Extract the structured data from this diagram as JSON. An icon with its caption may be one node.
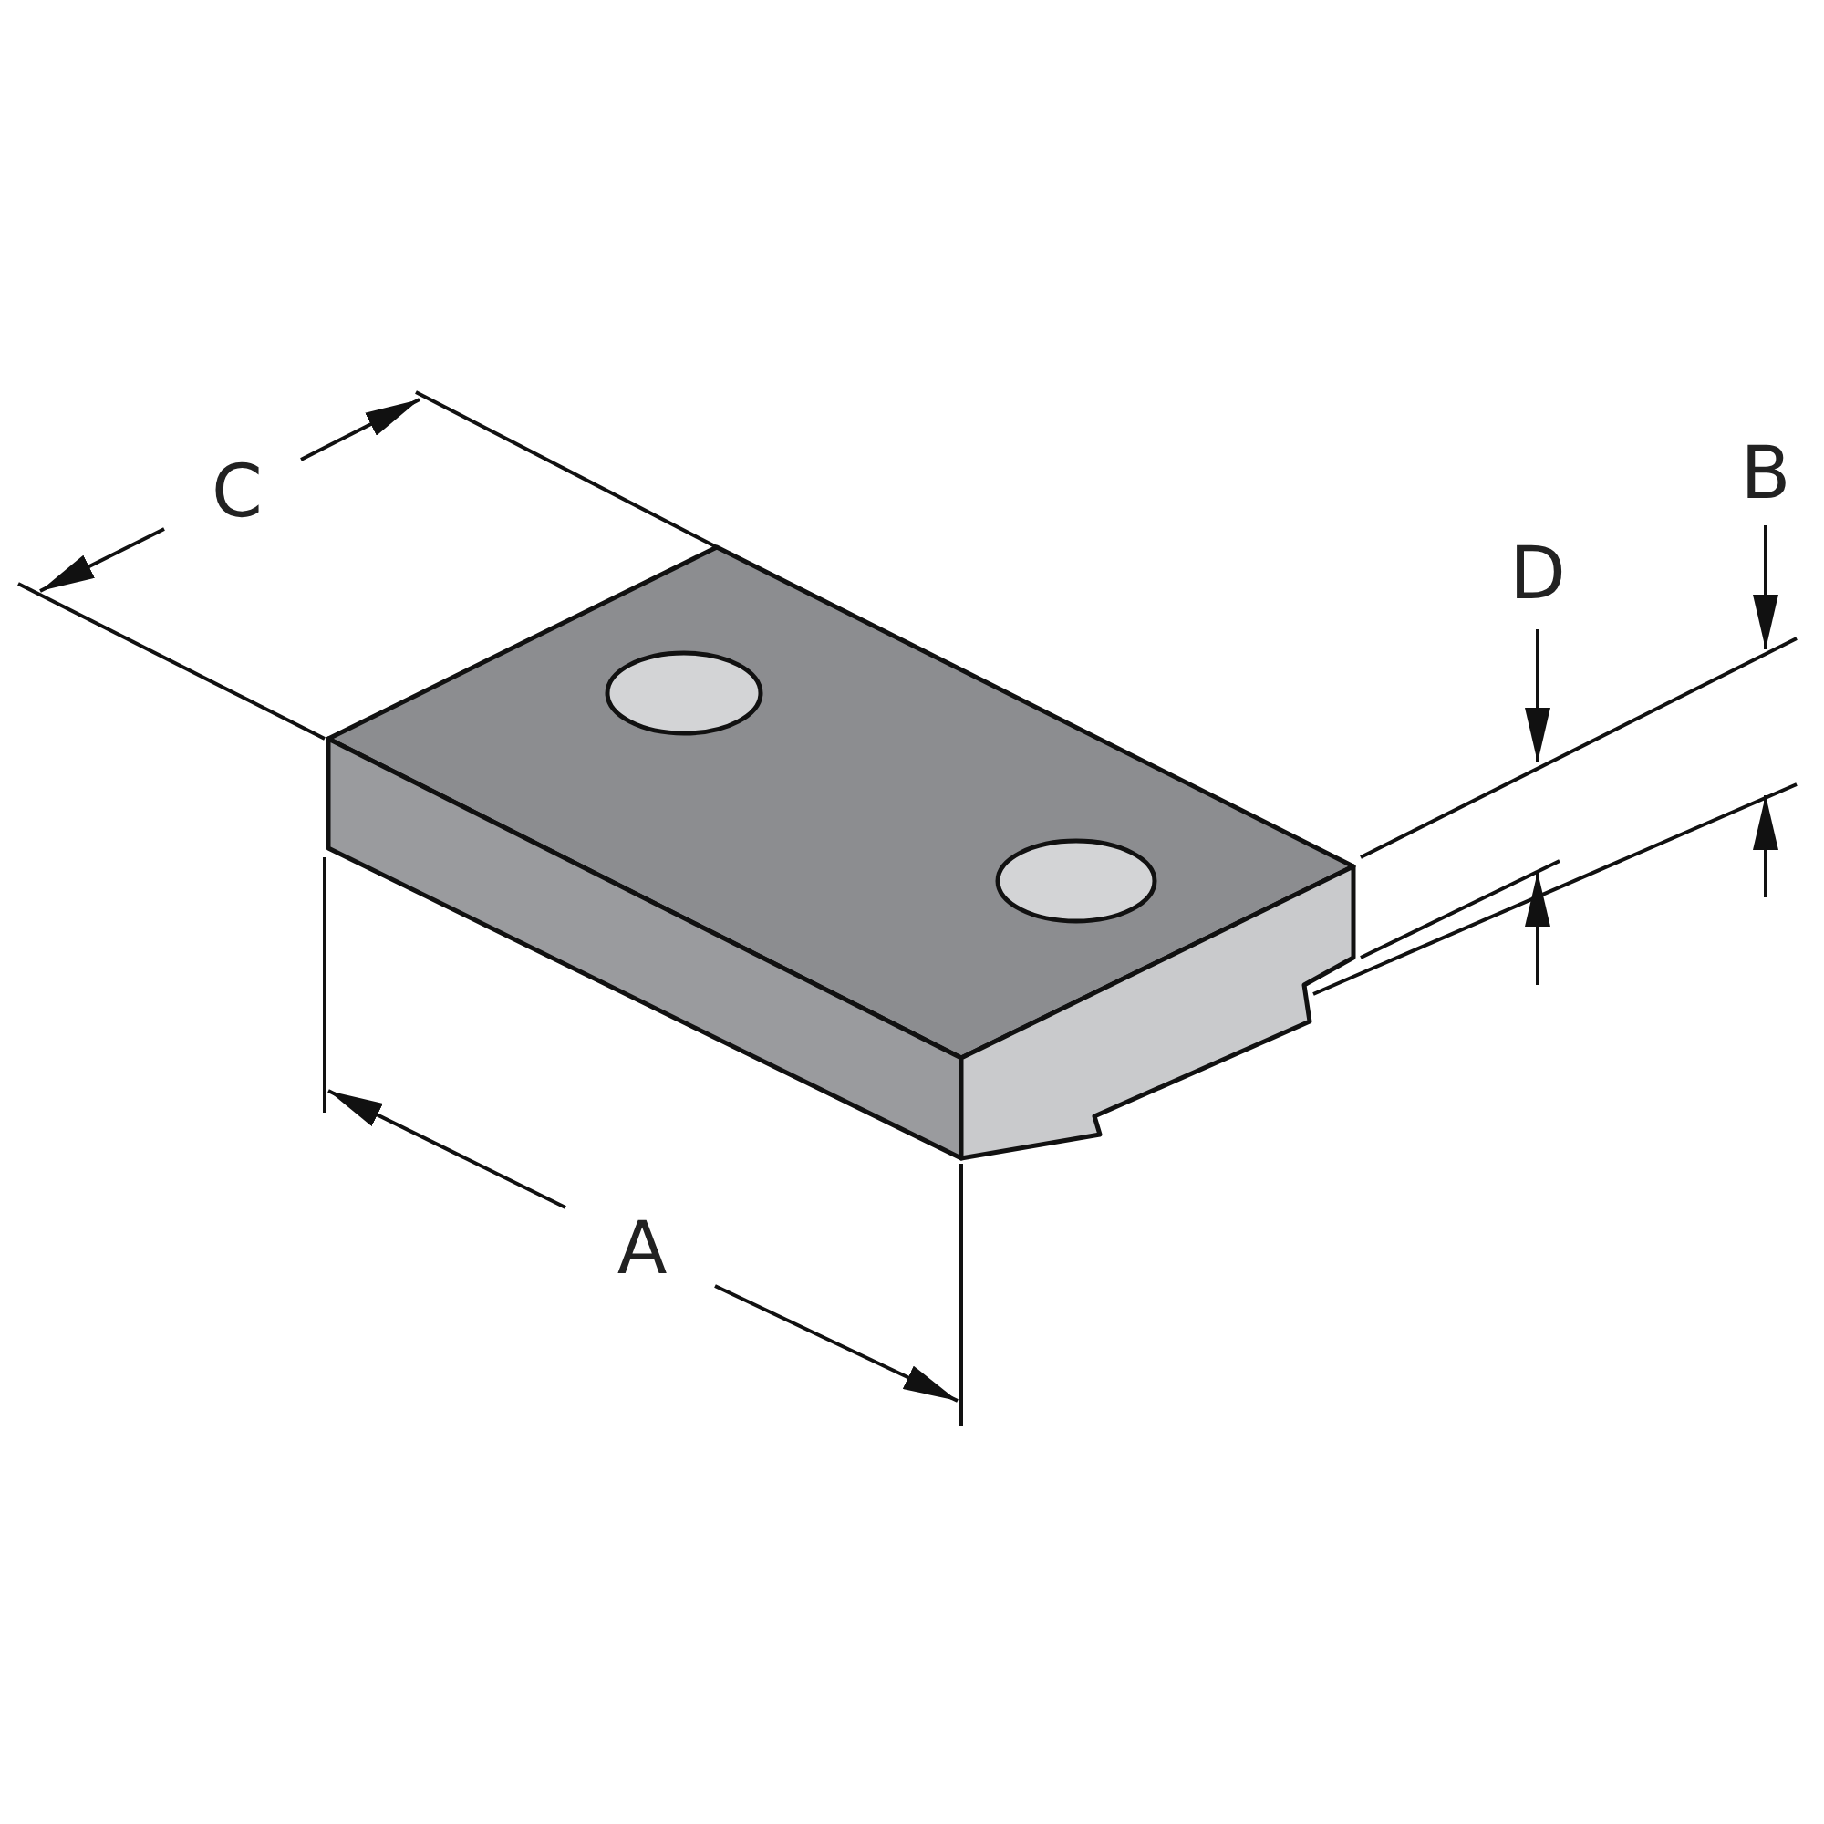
{
  "diagram": {
    "labels": [
      "B",
      "C",
      "D",
      "A"
    ]
  }
}
